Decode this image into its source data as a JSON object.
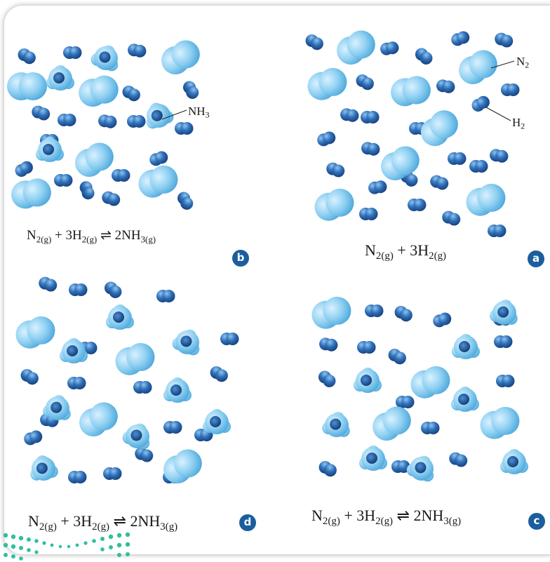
{
  "panels": {
    "a": {
      "badge": "a",
      "equation": {
        "n2": "N",
        "n2_sub": "2(g)",
        "plus": " + 3H",
        "h2_sub": "2(g)"
      }
    },
    "b": {
      "badge": "b",
      "equation": {
        "n2": "N",
        "n2_sub": "2(g)",
        "plus": " + 3H",
        "h2_sub": "2(g)",
        "arrow": " ⇌ ",
        "nh3": "2NH",
        "nh3_sub": "3(g)"
      }
    },
    "c": {
      "badge": "c",
      "equation": {
        "n2": "N",
        "n2_sub": "2(g)",
        "plus": " + 3H",
        "h2_sub": "2(g)",
        "arrow": " ⇌ ",
        "nh3": "2NH",
        "nh3_sub": "3(g)"
      }
    },
    "d": {
      "badge": "d",
      "equation": {
        "n2": "N",
        "n2_sub": "2(g)",
        "plus": " + 3H",
        "h2_sub": "2(g)",
        "arrow": " ⇌ ",
        "nh3": "2NH",
        "nh3_sub": "3(g)"
      }
    }
  },
  "labels": {
    "n2": {
      "text": "N",
      "sub": "2"
    },
    "h2": {
      "text": "H",
      "sub": "2"
    },
    "nh3": {
      "text": "NH",
      "sub": "3"
    }
  },
  "colors": {
    "n_atom": "#8fd0f2",
    "h_atom": "#2f6fb8",
    "badge": "#1b5e9e",
    "dots": "#2fbf9e"
  }
}
